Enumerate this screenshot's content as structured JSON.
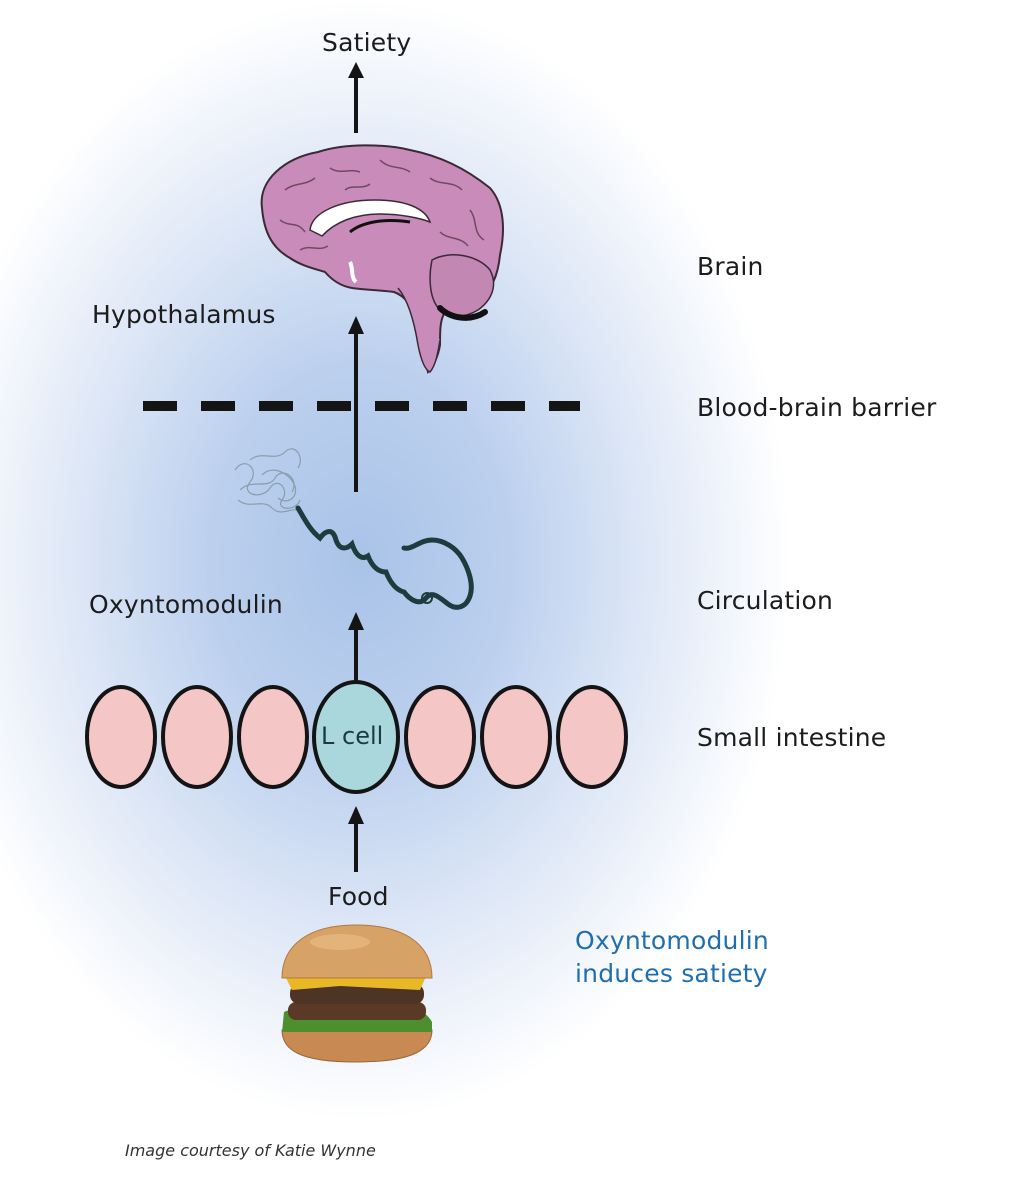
{
  "figure": {
    "title": "Oxyntomodulin induces satiety",
    "colors": {
      "background_glow": "#a9c3e8",
      "brain_fill": "#c98bb9",
      "intestine_cell_fill": "#f4c6c6",
      "l_cell_fill": "#a9d7dc",
      "outline": "#141414",
      "caption_blue": "#1f6fb0"
    },
    "flow_labels": {
      "satiety": "Satiety",
      "hypothalamus": "Hypothalamus",
      "oxyntomodulin": "Oxyntomodulin",
      "l_cell": "L cell",
      "food": "Food"
    },
    "level_labels": {
      "brain": "Brain",
      "blood_brain_barrier": "Blood-brain barrier",
      "circulation": "Circulation",
      "small_intestine": "Small intestine"
    },
    "caption": {
      "line1": "Oxyntomodulin",
      "line2": "induces satiety"
    },
    "credit": "Image courtesy of Katie Wynne",
    "intestine_cells": [
      "cell",
      "cell",
      "cell",
      "L cell",
      "cell",
      "cell",
      "cell"
    ],
    "icons": {
      "brain": "brain-illustration",
      "peptide": "peptide-chain-illustration",
      "food": "hamburger-illustration"
    }
  }
}
